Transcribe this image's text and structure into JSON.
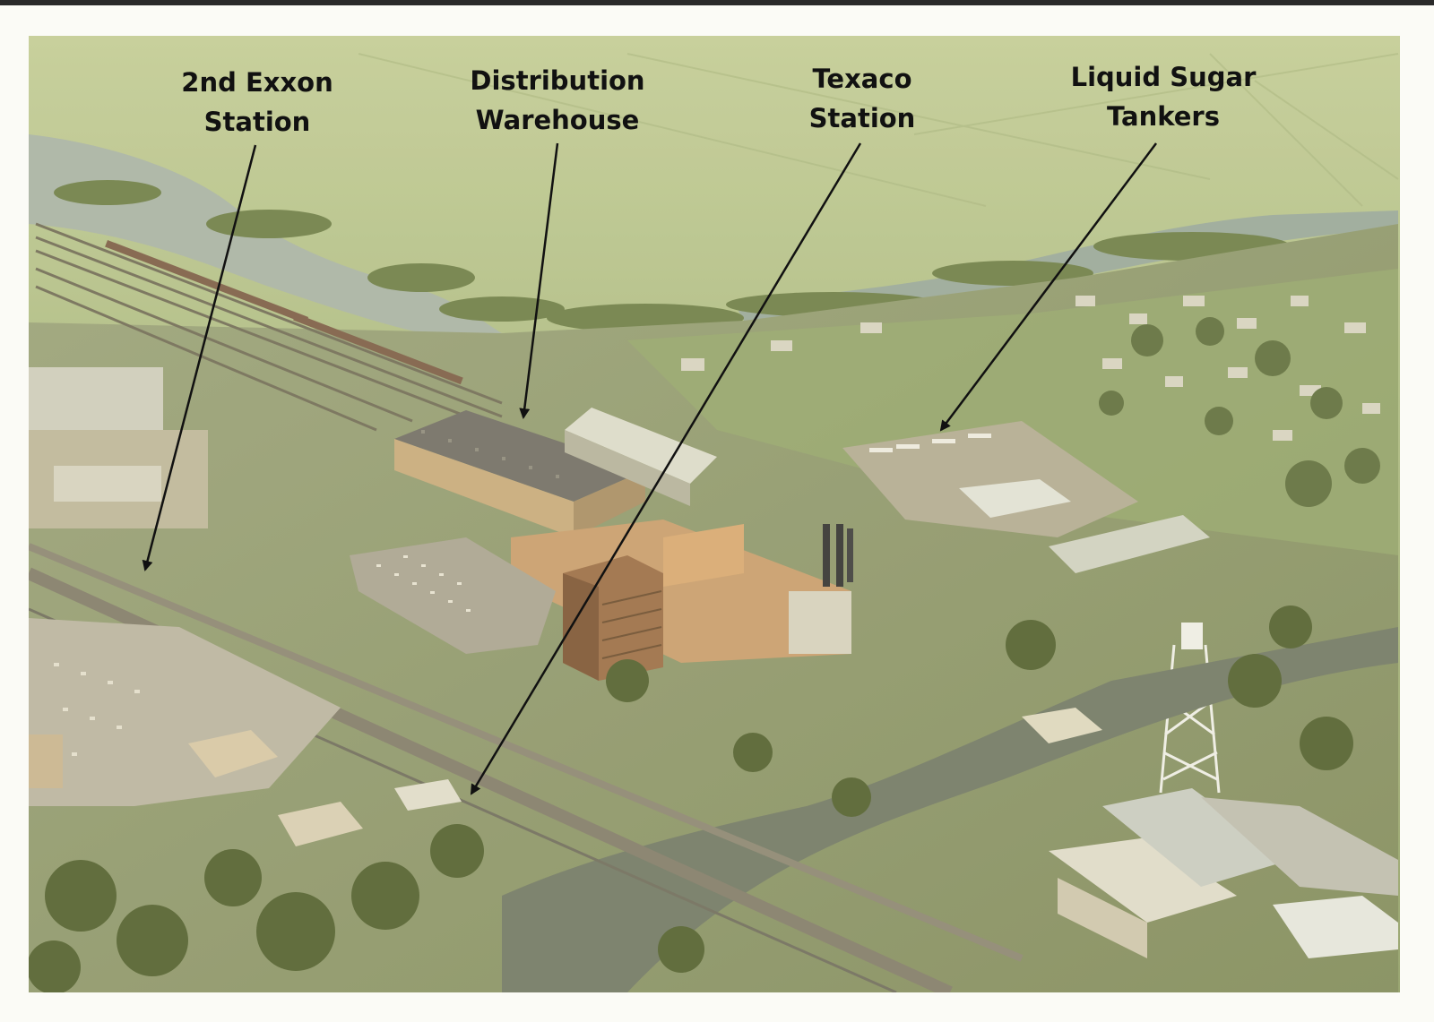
{
  "photo": {
    "subject": "aerial-photograph",
    "colors": {
      "paper": "#fbfbf6",
      "field": "#b5c48c",
      "river": "#a9b3a6",
      "trees": "#5f6f3a",
      "roof_light": "#d9d9c6",
      "factory_brick": "#c89a67",
      "label_text": "#111111",
      "arrow": "#111111"
    }
  },
  "annotations": [
    {
      "id": "exxon",
      "line1": "2nd Exxon",
      "line2": "Station"
    },
    {
      "id": "warehouse",
      "line1": "Distribution",
      "line2": "Warehouse"
    },
    {
      "id": "texaco",
      "line1": "Texaco",
      "line2": "Station"
    },
    {
      "id": "tankers",
      "line1": "Liquid Sugar",
      "line2": "Tankers"
    }
  ]
}
